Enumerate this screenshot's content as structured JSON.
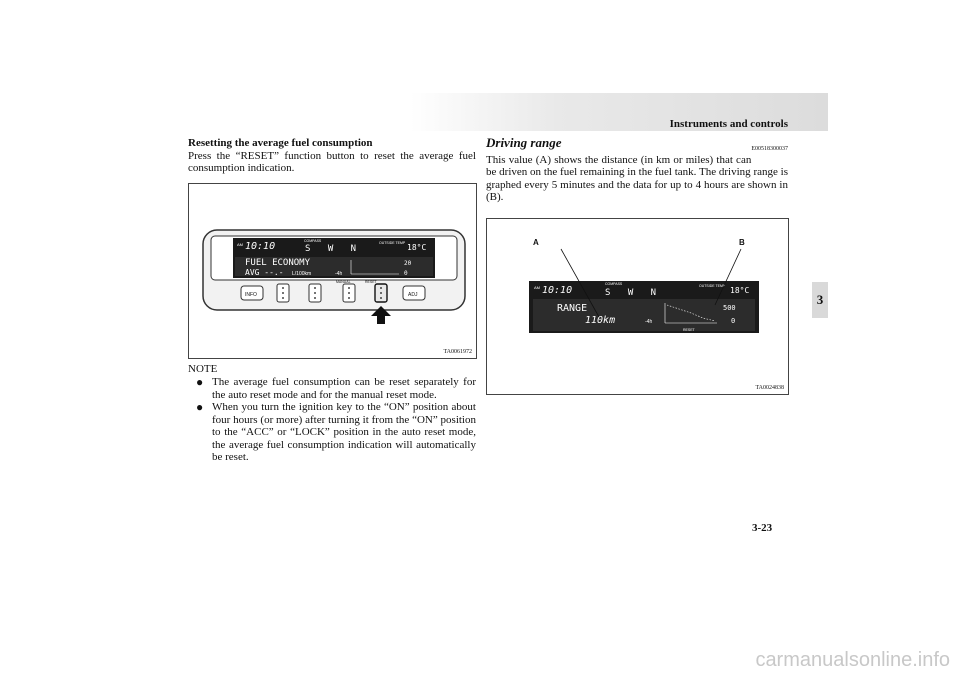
{
  "header": {
    "title": "Instruments and controls",
    "page_number": "3-23",
    "chapter_tab": "3"
  },
  "left": {
    "heading": "Resetting the average fuel consumption",
    "paragraph": "Press the “RESET” function button to reset the average fuel consumption indication.",
    "figure": {
      "code": "TA0061972",
      "display_am": "AM",
      "display_time": "10:10",
      "display_compass": "COMPASS",
      "display_heading": "S W N",
      "display_outside_temp": "OUTSIDE TEMP",
      "display_temp": "18°C",
      "display_line1": "FUEL ECONOMY",
      "display_line2": "AVG --.-",
      "display_unit": "L/100km",
      "display_hours": "-4h",
      "display_scale_top": "20",
      "display_scale_bottom": "0",
      "label_manual": "MANUAL",
      "label_reset": "RESET",
      "btn_info": "INFO",
      "btn_adj": "ADJ"
    },
    "note_label": "NOTE",
    "bullets": [
      "The average fuel consumption can be reset separately for the auto reset mode and for the manual reset mode.",
      "When you turn the ignition key to the “ON” position about four hours (or more) after turning it from the “ON” position to the “ACC” or “LOCK” position in the auto reset mode, the average fuel consumption indication will automatically be reset."
    ]
  },
  "right": {
    "heading": "Driving range",
    "code": "E00518300037",
    "paragraph": "This value (A) shows the distance (in km or miles) that can be driven on the fuel remaining in the fuel tank. The driving range is graphed every 5 minutes and the data for up to 4 hours are shown in (B).",
    "figure": {
      "code": "TA0024838",
      "label_a": "A",
      "label_b": "B",
      "display_am": "AM",
      "display_time": "10:10",
      "display_compass": "COMPASS",
      "display_heading": "S W N",
      "display_outside_temp": "OUTSIDE TEMP",
      "display_temp": "18°C",
      "display_line1": "RANGE",
      "display_line2": "110km",
      "display_hours": "-4h",
      "display_scale_top": "500",
      "display_scale_bottom": "0",
      "label_reset": "RESET"
    }
  },
  "watermark": "carmanualsonline.info"
}
